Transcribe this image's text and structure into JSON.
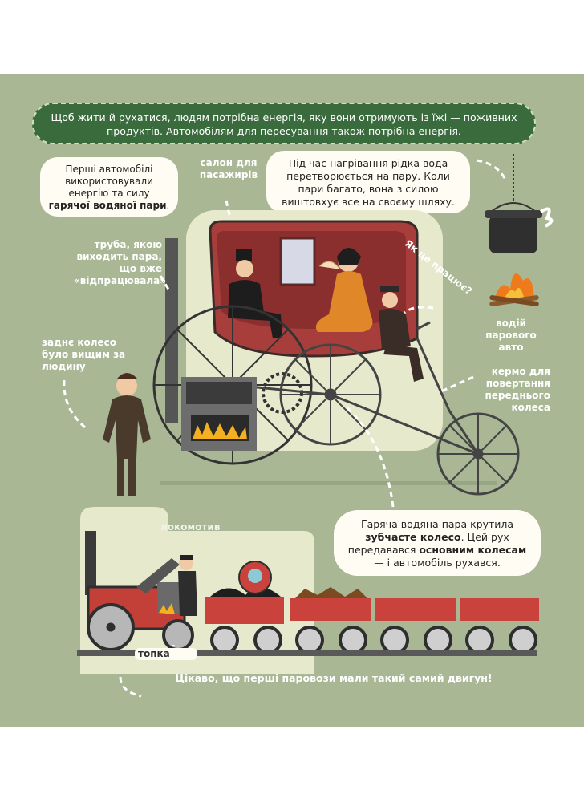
{
  "banner": {
    "text": "Щоб жити й рухатися, людям потрібна енергія, яку вони отримують із їжі — поживних продуктів. Автомобілям для пересування також потрібна енергія."
  },
  "bubbles": {
    "first_cars": {
      "line1": "Перші автомобілі використовували енергію та силу",
      "bold": "гарячої водяної пари",
      "tail": "."
    },
    "heating": {
      "text": "Під час нагрівання рідка вода перетворюється на пару. Коли пари багато, вона з силою виштовхує все на своєму шляху."
    },
    "gear": {
      "p1": "Гаряча водяна пара крутила ",
      "b1": "зубчасте колесо",
      "p2": ". Цей рух передавався ",
      "b2": "основним колесам",
      "p3": " — і автомобіль рухався."
    }
  },
  "labels": {
    "salon": "салон для пасажирів",
    "pipe": "труба, якою виходить пара, що вже «відпрацювала»",
    "rear_wheel": "заднє колесо було вищим за людину",
    "how": "Як це працює?",
    "driver": "водій парового авто",
    "wheel": "кермо для повертання переднього колеса",
    "locomotive": "локомотив",
    "firebox": "топка",
    "footer": "Цікаво, що перші паровози мали такий самий двигун!"
  },
  "colors": {
    "background": "#a9b795",
    "banner": "#3a6b3c",
    "carriage": "#a83e3c",
    "wagon": "#c9423c",
    "bubble": "#fffdf3"
  }
}
